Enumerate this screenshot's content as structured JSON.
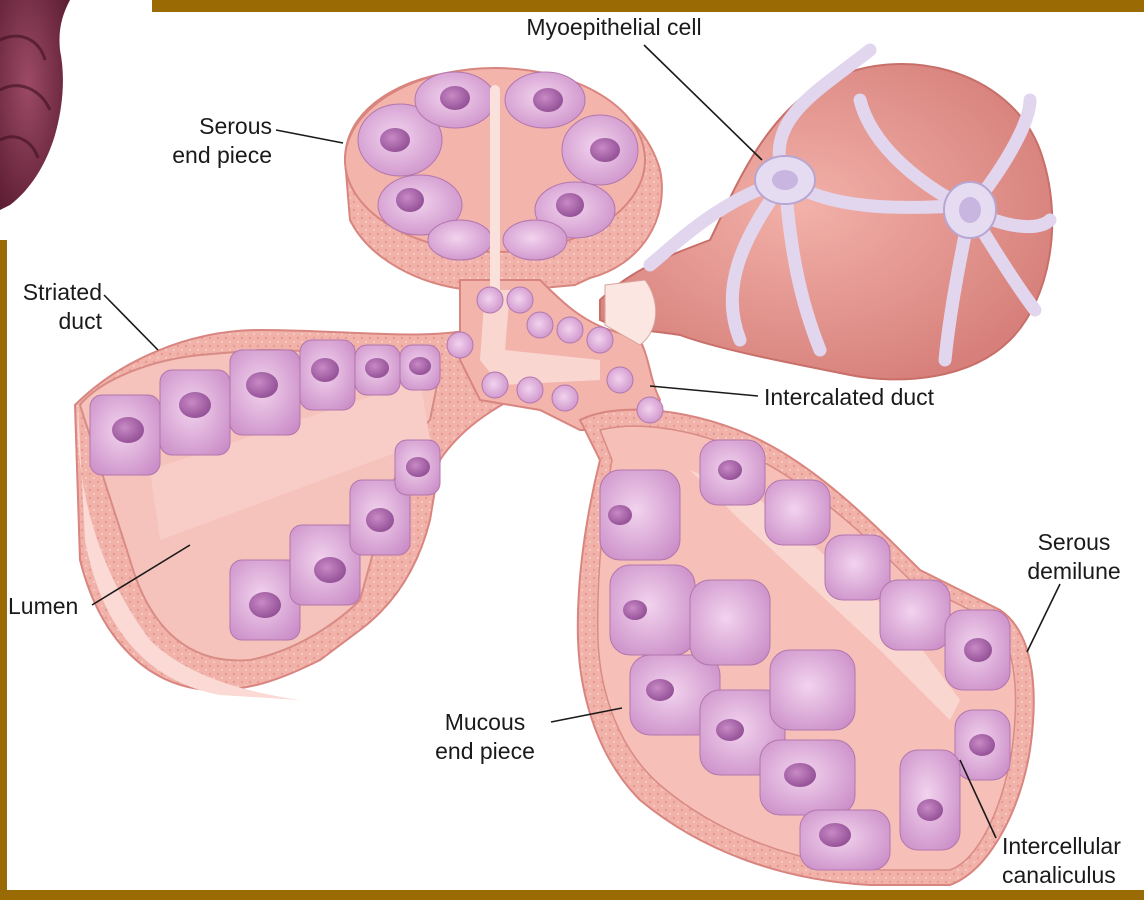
{
  "labels": {
    "myoepithelial_cell": "Myoepithelial cell",
    "serous_end_piece": [
      "Serous",
      "end piece"
    ],
    "striated_duct": [
      "Striated",
      "duct"
    ],
    "intercalated_duct": "Intercalated duct",
    "lumen": "Lumen",
    "serous_demilune": [
      "Serous",
      "demilune"
    ],
    "mucous_end_piece": [
      "Mucous",
      "end piece"
    ],
    "intercellular_canaliculus": [
      "Intercellular",
      "canaliculus"
    ]
  },
  "colors": {
    "border_brown": "#9a6a05",
    "tissue_pink": "#f3b4ac",
    "tissue_dark": "#e08f88",
    "cell_violet": "#d79bd0",
    "nucleus": "#a45ea5",
    "myo_cell": "#e6dcf2",
    "acinus_corner": "#7a2d45"
  }
}
